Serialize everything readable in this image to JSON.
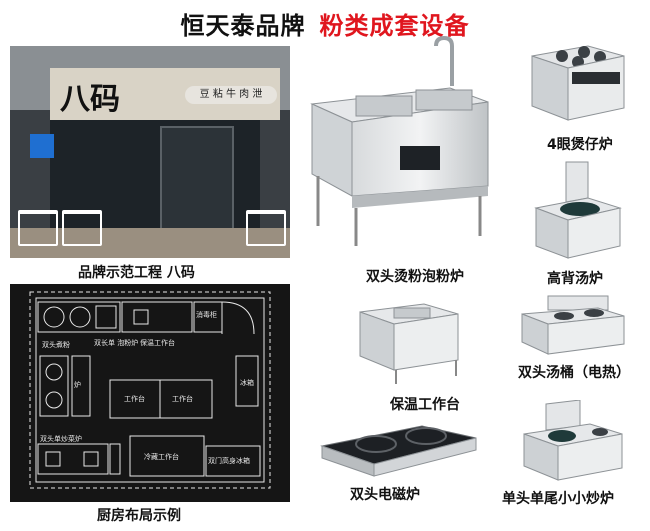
{
  "title": {
    "brand": "恒天泰品牌",
    "subtitle": "粉类成套设备"
  },
  "captions": {
    "showcase": "品牌示范工程 八码",
    "layout": "厨房布局示例",
    "noodle_cooker": "双头烫粉泡粉炉",
    "four_burner": "4眼煲仔炉",
    "high_back": "高背汤炉",
    "warm_table": "保温工作台",
    "soup_bucket": "双头汤桶（电热）",
    "induction": "双头电磁炉",
    "wok": "单头单尾小小炒炉"
  },
  "storefront": {
    "sign_text": "八码",
    "pill_text": "豆 粘 牛 肉 泄"
  },
  "plan_labels": {
    "p1": "双头煮粉",
    "p2": "双长单 泡粉炉",
    "p3": "保温工作台",
    "p4": "消毒柜",
    "p5": "炉",
    "p6": "工作台",
    "p7": "工作台",
    "p8": "冰箱",
    "p9": "双头单炒菜炉",
    "p10": "冷藏工作台",
    "p11": "双门高身冰箱"
  }
}
